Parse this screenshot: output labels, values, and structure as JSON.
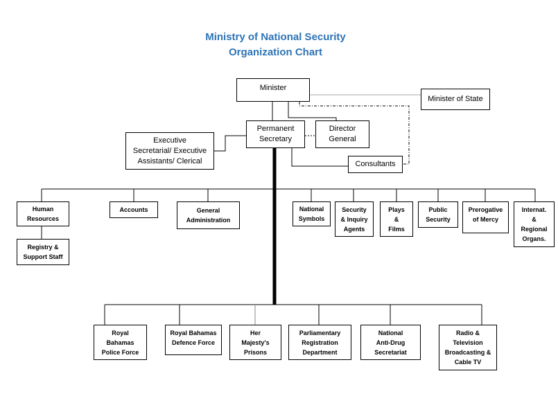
{
  "title": {
    "line1": "Ministry of National Security",
    "line2": "Organization Chart"
  },
  "nodes": {
    "minister": "Minister",
    "minister_of_state": "Minister of State",
    "permanent_secretary": "Permanent\nSecretary",
    "director_general": "Director\nGeneral",
    "executive": "Executive\nSecretarial/ Executive\nAssistants/ Clerical",
    "consultants": "Consultants",
    "human_resources": "Human\nResources",
    "registry": "Registry &\nSupport Staff",
    "accounts": "Accounts",
    "general_administration": "General\nAdministration",
    "national_symbols": "National\nSymbols",
    "security_inquiry": "Security\n& Inquiry\nAgents",
    "plays_films": "Plays\n&\nFilms",
    "public_security": "Public\nSecurity",
    "prerogative_mercy": "Prerogative\nof   Mercy",
    "international_regional": "Internat.\n&\nRegional\nOrgans.",
    "royal_bahamas_police": "Royal\nBahamas\nPolice Force",
    "royal_bahamas_defence": "Royal Bahamas\nDefence Force",
    "her_majestys_prisons": "Her\nMajesty's\nPrisons",
    "parliamentary_registration": "Parliamentary\nRegistration\nDepartment",
    "national_anti_drug": "National\nAnti-Drug\nSecretariat",
    "radio_television": "Radio &\nTelevision\nBroadcasting &\nCable TV"
  }
}
